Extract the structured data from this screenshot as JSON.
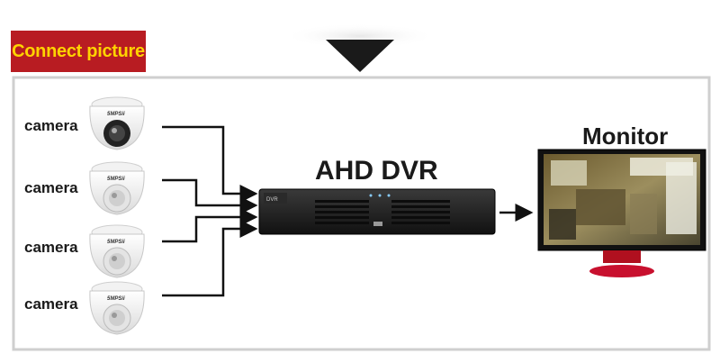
{
  "header": {
    "title": "Connect picture"
  },
  "cameras": [
    {
      "label": "camera",
      "brand": "5MPSii"
    },
    {
      "label": "camera",
      "brand": "5MPSii"
    },
    {
      "label": "camera",
      "brand": "5MPSii"
    },
    {
      "label": "camera",
      "brand": "5MPSii"
    }
  ],
  "dvr": {
    "title": "AHD DVR"
  },
  "monitor": {
    "title": "Monitor"
  },
  "colors": {
    "badge_bg": "#b81c22",
    "badge_text": "#ffd300",
    "monitor_stand": "#c8102e",
    "frame_border": "#cfcfcf"
  }
}
